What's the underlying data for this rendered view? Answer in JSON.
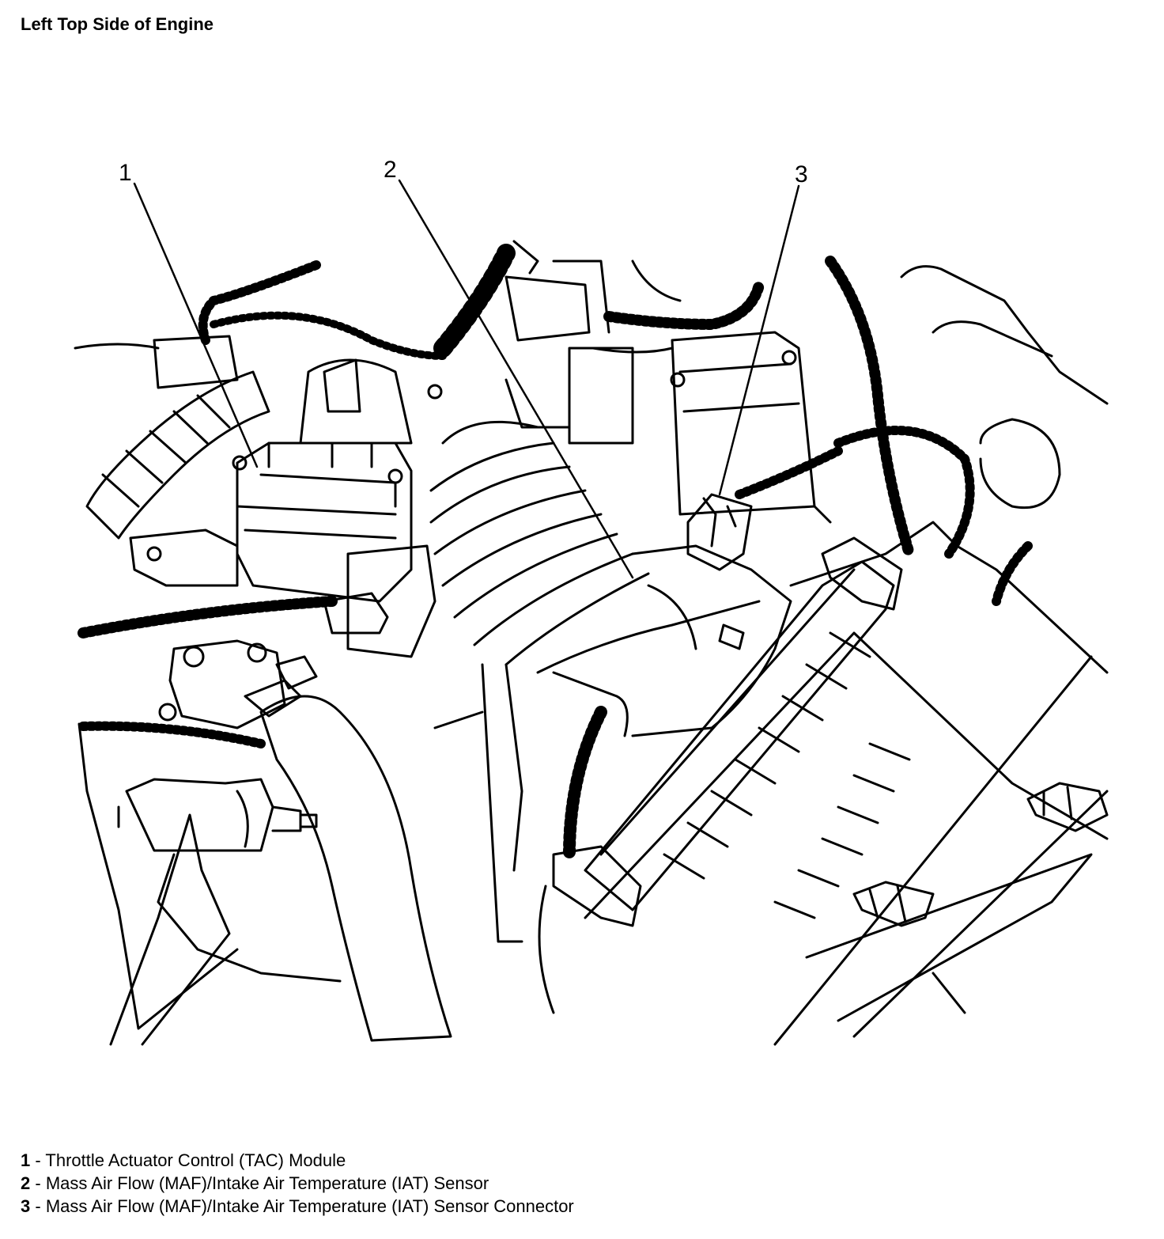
{
  "title": "Left Top Side of Engine",
  "callouts": [
    {
      "number": "1"
    },
    {
      "number": "2"
    },
    {
      "number": "3"
    }
  ],
  "legend": [
    {
      "number": "1",
      "separator": " - ",
      "text": "Throttle Actuator Control (TAC) Module"
    },
    {
      "number": "2",
      "separator": " - ",
      "text": "Mass Air Flow (MAF)/Intake Air Temperature (IAT) Sensor"
    },
    {
      "number": "3",
      "separator": " - ",
      "text": "Mass Air Flow (MAF)/Intake Air Temperature (IAT) Sensor Connector"
    }
  ],
  "colors": {
    "line": "#000000",
    "background": "#ffffff"
  }
}
